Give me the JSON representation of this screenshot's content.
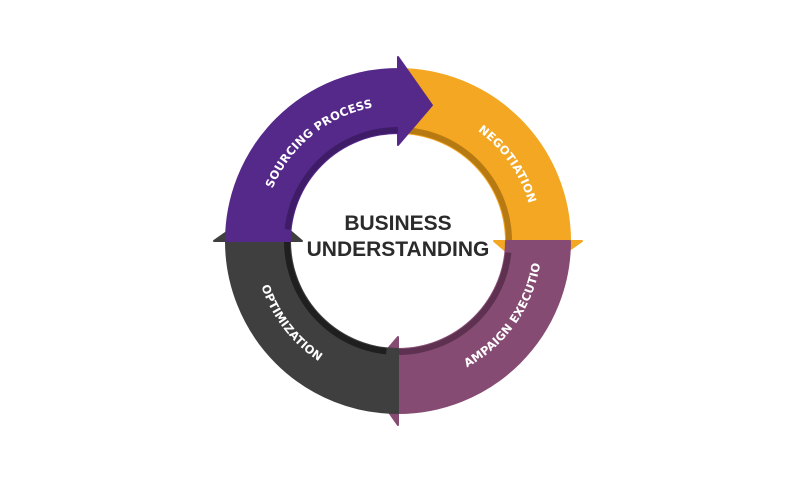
{
  "center": {
    "line1": "BUSINESS",
    "line2": "UNDERSTANDING"
  },
  "cycle": [
    {
      "label": "SOURCING PROCESS",
      "color": "#55298a",
      "shade": "#3e1c68",
      "icon": "arrow-clockwise"
    },
    {
      "label": "NEGOTIATION",
      "color": "#f3a722",
      "shade": "#b77a12",
      "icon": "arrow-clockwise"
    },
    {
      "label": "CAMPAIGN EXECUTION",
      "color": "#864b73",
      "shade": "#5e3150",
      "icon": "arrow-clockwise"
    },
    {
      "label": "OPTIMIZATION",
      "color": "#3f3f3f",
      "shade": "#1f1f1f",
      "icon": "arrow-clockwise"
    }
  ]
}
